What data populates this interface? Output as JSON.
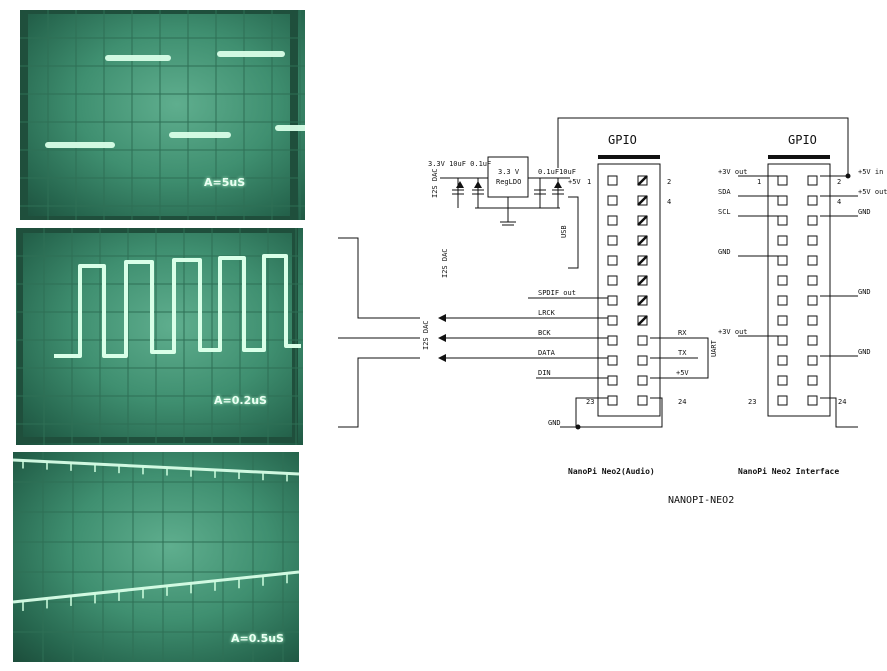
{
  "scopes": [
    {
      "id": "scope1",
      "label": "A=5uS"
    },
    {
      "id": "scope2",
      "label": "A=0.2uS"
    },
    {
      "id": "scope3",
      "label": "A=0.5uS"
    }
  ],
  "schematic": {
    "gpio_left_title": "GPIO",
    "gpio_right_title": "GPIO",
    "left_board_label": "NanoPi Neo2(Audio)",
    "right_board_label": "NanoPi Neo2 Interface",
    "footer_title": "NANOPI-NEO2",
    "regulator": {
      "line1": "3.3 V",
      "line2": "RegLDO"
    },
    "caps_left": "3.3V 10uF 0.1uF",
    "caps_right": "0.1uF10uF",
    "plus5_reg": "+5V",
    "i2s_dac_top": "I2S DAC",
    "i2s_dac_mid": "I2S DAC",
    "i2s_dac_bus": "I2S DAC",
    "usb": "USB",
    "uart": "UART",
    "signals": {
      "spdif": "SPDIF out",
      "lrck": "LRCK",
      "bck": "BCK",
      "data": "DATA",
      "din": "DIN",
      "rx": "RX",
      "tx": "TX",
      "plus5": "+5V",
      "gnd_bottom": "GND"
    },
    "pin_labels": {
      "p1": "1",
      "p2": "2",
      "p4": "4",
      "p23": "23",
      "p24": "24"
    },
    "right_header": {
      "left_side": {
        "3v_out_top": "+3V out",
        "sda": "SDA",
        "scl": "SCL",
        "gnd": "GND",
        "3v_out_bottom": "+3V out"
      },
      "right_side": {
        "plus5_in": "+5V in",
        "plus5_out": "+5V out",
        "gnd1": "GND",
        "gnd2": "GND",
        "gnd3": "GND"
      }
    }
  }
}
